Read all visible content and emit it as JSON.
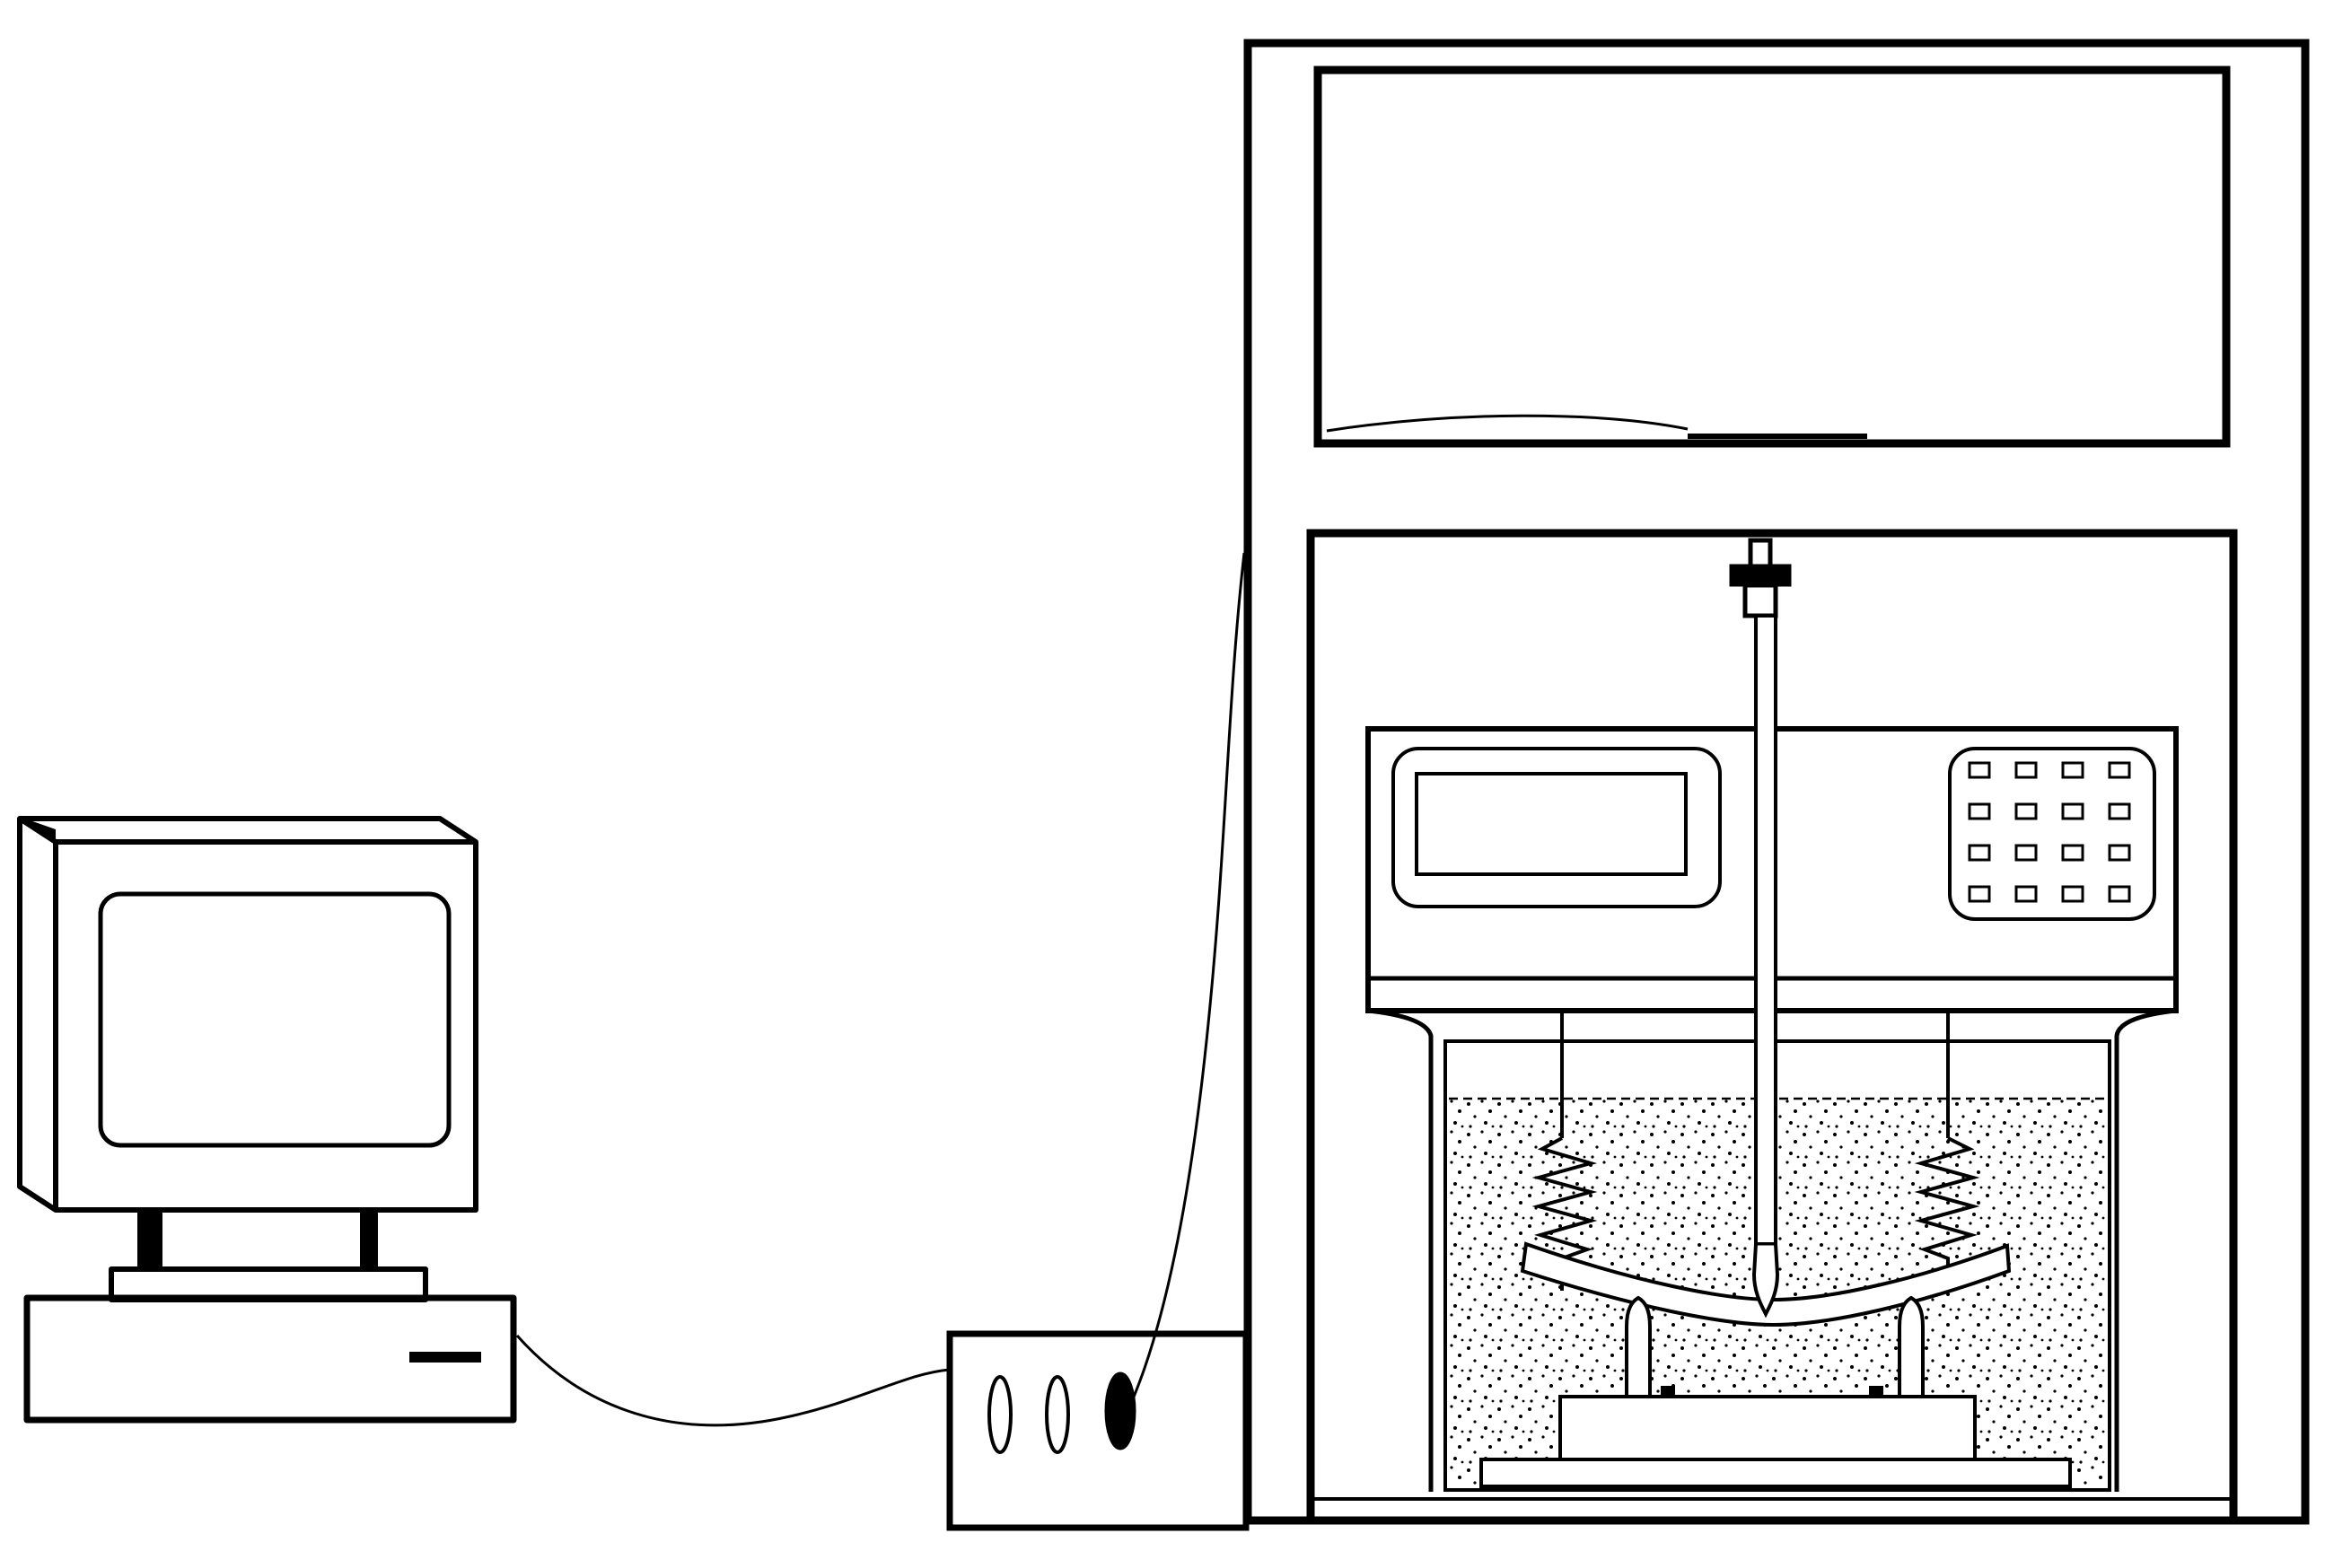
{
  "figure": {
    "caption": "",
    "colors": {
      "background": "#ffffff",
      "stroke": "#000000"
    }
  },
  "components": {
    "computer": {
      "parts": [
        "monitor",
        "monitor-screen",
        "monitor-stand",
        "system-unit",
        "drive-slot"
      ]
    },
    "interface_box": {
      "parts": [
        "port-oval-1",
        "port-oval-2",
        "port-filled"
      ]
    },
    "test_cabinet": {
      "parts": [
        "top-window",
        "lower-chamber",
        "control-unit",
        "lcd-display",
        "keypad",
        "probe-rod",
        "water-tank",
        "springs",
        "curved-specimen",
        "supports",
        "base-platform"
      ]
    },
    "keypad": {
      "rows": 4,
      "cols": 4
    },
    "cables": [
      "computer-to-interface-cable",
      "interface-to-cabinet-cable"
    ]
  }
}
